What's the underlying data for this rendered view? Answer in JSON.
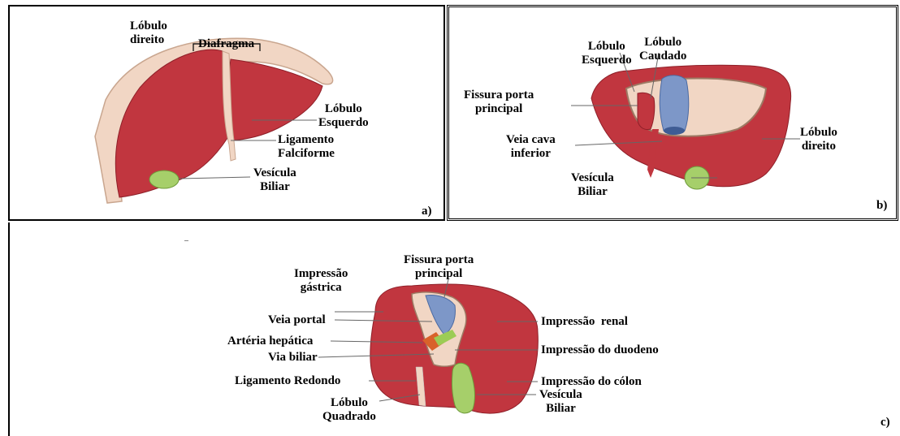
{
  "panels": {
    "a": {
      "letter": "a)",
      "labels": {
        "lobulo_direito": "Lóbulo\ndireito",
        "diafragma": "Diafragma",
        "lobulo_esquerdo": "Lóbulo\nEsquerdo",
        "ligamento_falciforme": "Ligamento\nFalciforme",
        "vesicula_biliar": "Vesícula\nBiliar"
      }
    },
    "b": {
      "letter": "b)",
      "labels": {
        "lobulo_esquerdo": "Lóbulo\nEsquerdo",
        "lobulo_caudado": "Lóbulo\nCaudado",
        "fissura_porta": "Fissura porta\nprincipal",
        "veia_cava": "Veia cava\ninferior",
        "vesicula_biliar": "Vesícula\nBiliar",
        "lobulo_direito": "Lóbulo\ndireito"
      }
    },
    "c": {
      "letter": "c)",
      "labels": {
        "impressao_gastrica": "Impressão\ngástrica",
        "fissura_porta": "Fissura porta\nprincipal",
        "veia_portal": "Veia portal",
        "arteria_hepatica": "Artéria hepática",
        "via_biliar": "Via biliar",
        "ligamento_redondo": "Ligamento Redondo",
        "lobulo_quadrado": "Lóbulo\nQuadrado",
        "impressao_renal": "Impressão  renal",
        "impressao_duodeno": "Impressão do duodeno",
        "impressao_colon": "Impressão do cólon",
        "vesicula_biliar": "Vesícula\nBiliar"
      }
    }
  },
  "colors": {
    "liver": "#c1363f",
    "liver_dark": "#8e1f28",
    "diaphragm": "#f1d6c4",
    "gallbladder": "#a6cf6a",
    "vein": "#7d97c8",
    "artery": "#d9622a",
    "bile": "#9ccc55"
  }
}
